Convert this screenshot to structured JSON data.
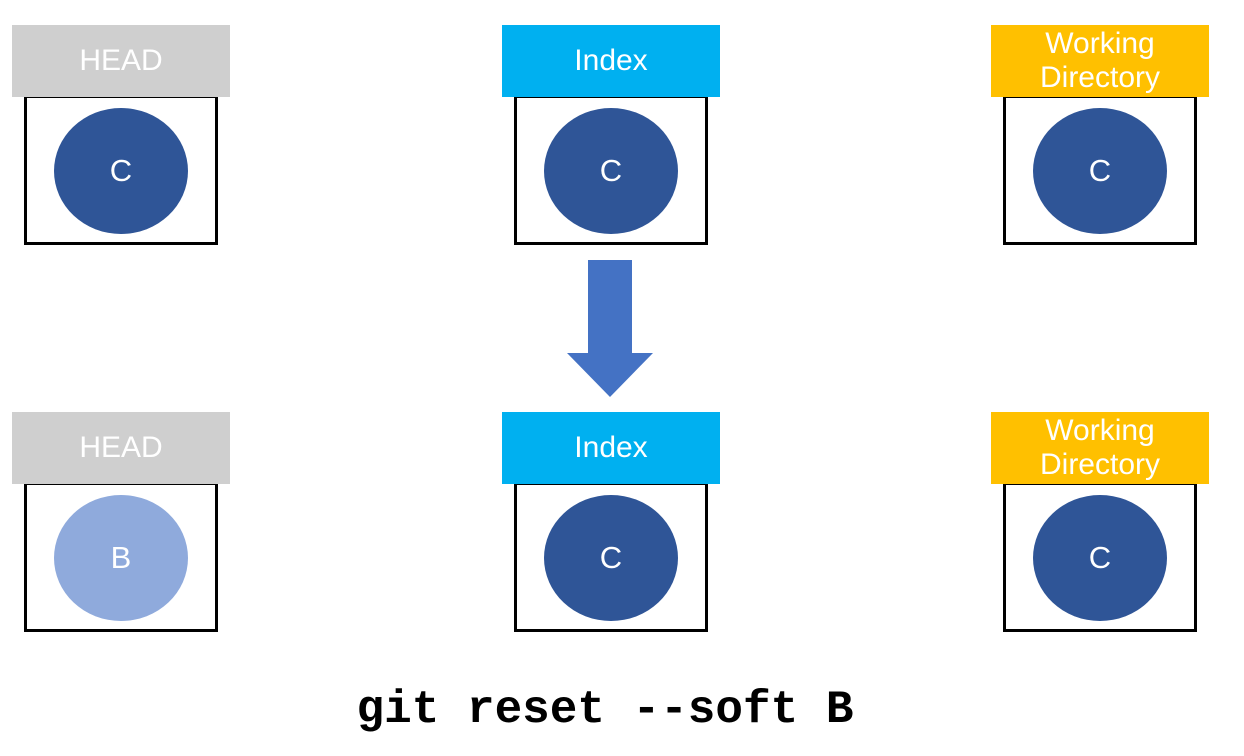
{
  "caption": {
    "text": "git reset --soft B"
  },
  "arrow": {
    "direction": "down"
  },
  "colors": {
    "head_header": "#CFCFCF",
    "index_header": "#00B0F0",
    "workdir_header": "#FFC000",
    "commit_dark": "#2F5597",
    "commit_light": "#8FAADC",
    "arrow": "#4472C4",
    "header_text": "#FFFFFF",
    "box_border": "#000000"
  },
  "rows": [
    {
      "name": "before",
      "cells": [
        {
          "header": "HEAD",
          "commit": "C",
          "variant": "dark"
        },
        {
          "header": "Index",
          "commit": "C",
          "variant": "dark"
        },
        {
          "header": "Working Directory",
          "commit": "C",
          "variant": "dark"
        }
      ]
    },
    {
      "name": "after",
      "cells": [
        {
          "header": "HEAD",
          "commit": "B",
          "variant": "light"
        },
        {
          "header": "Index",
          "commit": "C",
          "variant": "dark"
        },
        {
          "header": "Working Directory",
          "commit": "C",
          "variant": "dark"
        }
      ]
    }
  ]
}
